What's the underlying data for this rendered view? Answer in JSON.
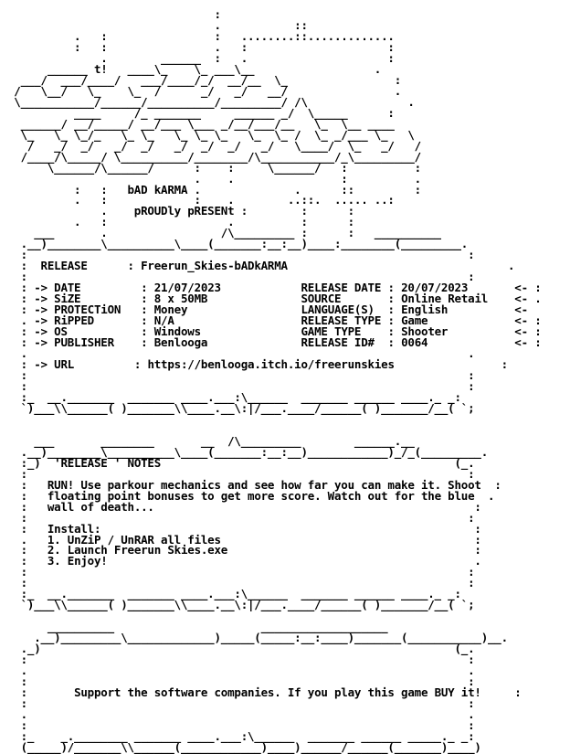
{
  "text_color": "#000000",
  "background_color": "#ffffff",
  "header_art": [
    "                               :",
    "                               .           ::",
    "          .   :                :   ........::.............",
    "          :   :                .   :                     :",
    "              .        ______  :   .                     :",
    "      ______ t!   ____\\_    \\_ ___\\__                  .",
    "  ___/  ___/____/   ___/____/_/  __/__  \\_                :",
    " /   \\__/   \\_    \\_  /      _/   _/   __/                .",
    " \\___________/______/__________/_________/ /\\               .",
    "          ____     /_ _______     ______ _/  \\_____      :",
    "  ______/ __/_____/ __/___ \\___ _/__/___/__   \\_  \\__ ____",
    "  \\_   \\_ \\_/_   \\_ \\_   \\_ \\_ \\_   \\_  \\_ /  \\_ _/___ \\_   \\",
    "   /   _/  _/   _/  _/   _/  _/  _/   _/   \\____/  \\_   _/   /",
    "  /____/\\_____/ \\__________/________/\\___________/_\\_________/",
    "      \\______/\\______/      :    :     \\______/   :          :",
    "                            .    .                :          .",
    "          :   :   bAD kARMA .              .      ::         :",
    "          .   :             :    .        ..::.  ..... ..:",
    "              .    pROUDly pRESENt :        :      :",
    "          .   :                  .          :      :",
    "    ___       .                 /\\_________ :      :   __________",
    "  .__)________\\__________\\____(_______:__:__)____:________(_________."
  ],
  "release_box": {
    "release_label": "RELEASE",
    "release_value": "Freerun_Skies-bADkARMA",
    "rows": [
      {
        "left_label": "DATE",
        "left_value": "21/07/2023",
        "right_label": "RELEASE DATE",
        "right_value": "20/07/2023"
      },
      {
        "left_label": "SiZE",
        "left_value": "8 x 50MB",
        "right_label": "SOURCE",
        "right_value": "Online Retail"
      },
      {
        "left_label": "PROTECTiON",
        "left_value": "Money",
        "right_label": "LANGUAGE(S)",
        "right_value": "English"
      },
      {
        "left_label": "RiPPED",
        "left_value": "N/A",
        "right_label": "RELEASE TYPE",
        "right_value": "Game"
      },
      {
        "left_label": "OS",
        "left_value": "Windows",
        "right_label": "GAME TYPE",
        "right_value": "Shooter"
      },
      {
        "left_label": "PUBLISHER",
        "left_value": "Benlooga",
        "right_label": "RELEASE ID#",
        "right_value": "0064"
      }
    ],
    "url_label": "URL",
    "url_value": "https://benlooga.itch.io/freerunskies"
  },
  "notes_box": {
    "title_left": "RELEASE",
    "title_right": "NOTES",
    "description": [
      "RUN! Use parkour mechanics and see how far you can make it. Shoot",
      "floating point bonuses to get more score. Watch out for the blue",
      "wall of death..."
    ],
    "install_title": "Install:",
    "install_steps": [
      "1. UnZiP / UnRAR all files",
      "2. Launch Freerun Skies.exe",
      "3. Enjoy!"
    ]
  },
  "support_box": {
    "message": "Support the software companies. If you play this game BUY it!"
  }
}
